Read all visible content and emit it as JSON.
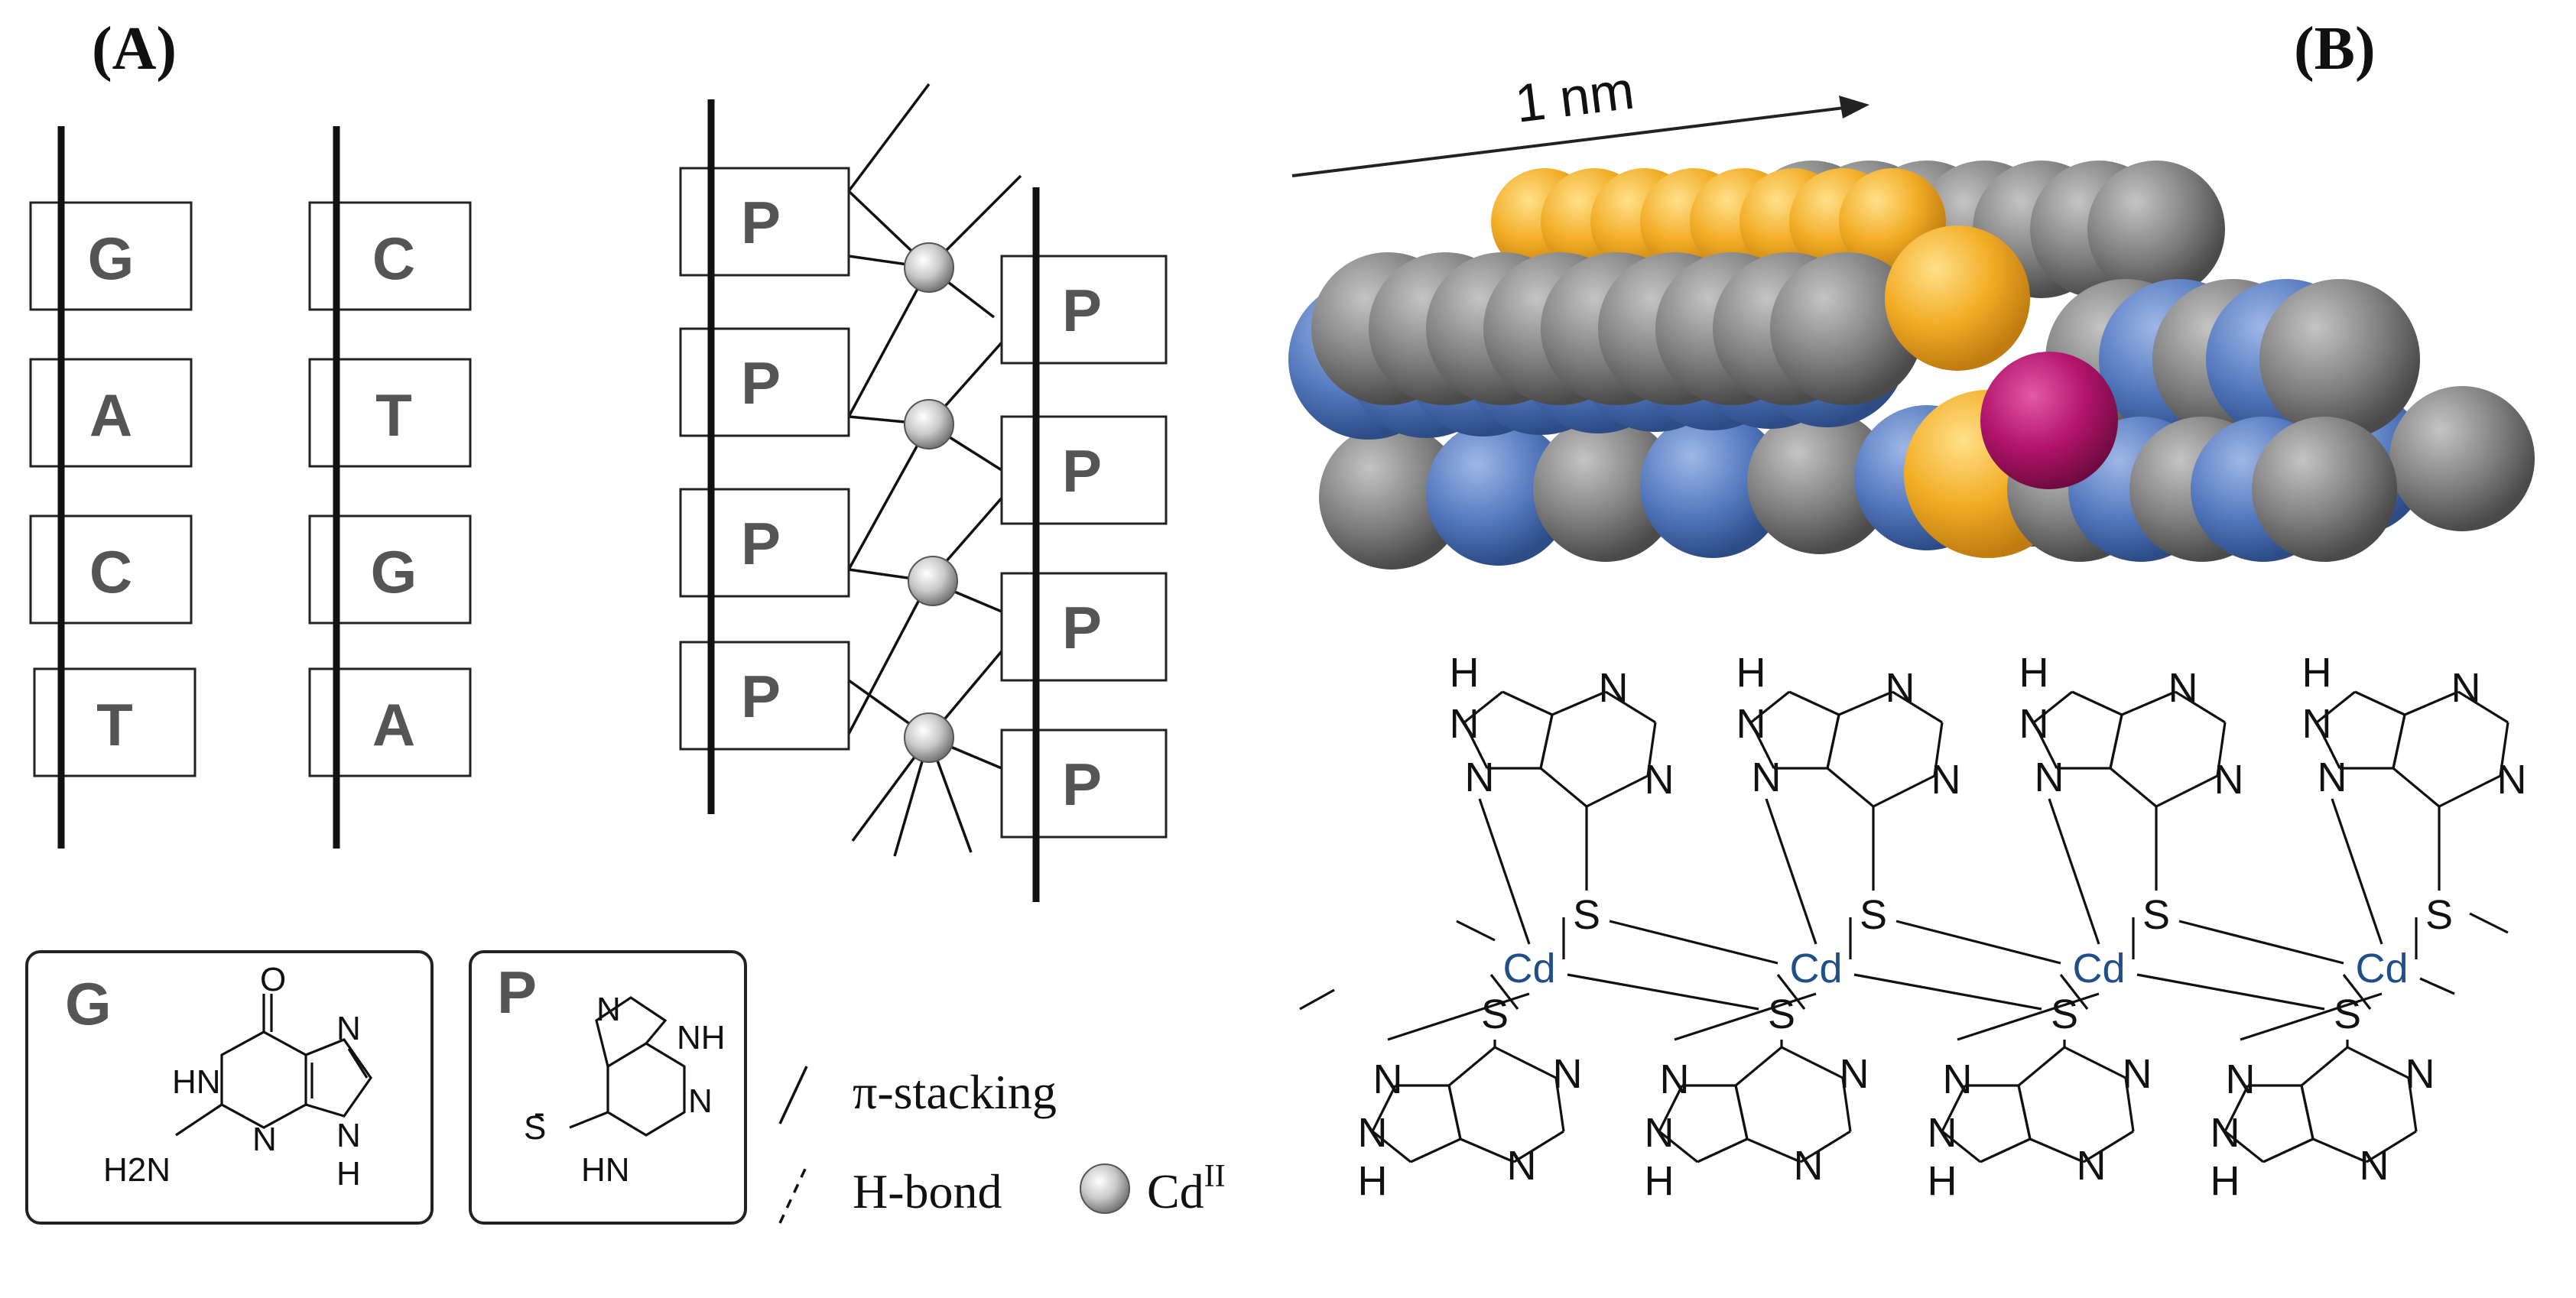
{
  "panels": {
    "a": "(A)",
    "b": "(B)"
  },
  "dna": {
    "strand1": [
      "G",
      "A",
      "C",
      "T"
    ],
    "strand2": [
      "C",
      "T",
      "G",
      "A"
    ]
  },
  "polymer": {
    "left": [
      "P",
      "P",
      "P",
      "P"
    ],
    "right": [
      "P",
      "P",
      "P",
      "P"
    ]
  },
  "legend": {
    "g_box": {
      "title": "G",
      "h_n": "HN",
      "h2n": "H2N",
      "o": "O",
      "n1": "N",
      "n2": "N",
      "n3": "N",
      "nh": "H"
    },
    "p_box": {
      "title": "P",
      "nh": "NH",
      "n1": "N",
      "n2": "N",
      "s": "S",
      "hn": "HN",
      "minus": "-"
    },
    "pi_stacking": "π-stacking",
    "h_bond": "H-bond",
    "cd": "Cd",
    "cd_sup": "II"
  },
  "scale": {
    "label": "1 nm"
  },
  "structure": {
    "cd": [
      "Cd",
      "Cd",
      "Cd",
      "Cd"
    ],
    "s": "S",
    "n": "N",
    "h": "H"
  },
  "colors": {
    "carbon": "#8a8a8a",
    "nitrogen": "#5b7fc0",
    "sulfur": "#f4b027",
    "cadmium": "#b3146b",
    "cd_text": "#1f4f86",
    "base_letter": "#555555"
  }
}
